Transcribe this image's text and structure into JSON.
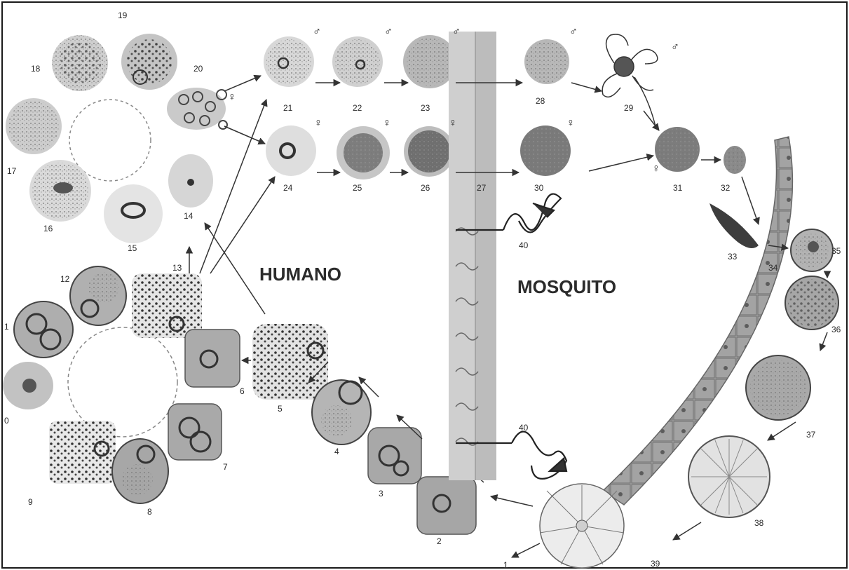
{
  "labels": {
    "human": "HUMANO",
    "mosquito": "MOSQUITO"
  },
  "symbols": {
    "male": "♂",
    "female": "♀"
  },
  "stage_numbers": {
    "n1": "1",
    "n2": "2",
    "n3": "3",
    "n4": "4",
    "n5": "5",
    "n6": "6",
    "n7": "7",
    "n8": "8",
    "n9": "9",
    "n10": "0",
    "n11": "1",
    "n12": "12",
    "n13": "13",
    "n14": "14",
    "n15": "15",
    "n16": "16",
    "n17": "17",
    "n18": "18",
    "n19": "19",
    "n20": "20",
    "n21": "21",
    "n22": "22",
    "n23": "23",
    "n24": "24",
    "n25": "25",
    "n26": "26",
    "n27": "27",
    "n28": "28",
    "n29": "29",
    "n30": "30",
    "n31": "31",
    "n32": "32",
    "n33": "33",
    "n34": "34",
    "n35": "35",
    "n36": "36",
    "n37": "37",
    "n38": "38",
    "n39": "39",
    "n40a": "40",
    "n40b": "40"
  },
  "colors": {
    "frame": "#1a1a1a",
    "cell_light": "#dcdcdc",
    "cell_mid": "#b9b9b9",
    "cell_dark": "#6d6d6d",
    "wall": "#c9c9c9",
    "midgut": "#9a9a9a"
  }
}
